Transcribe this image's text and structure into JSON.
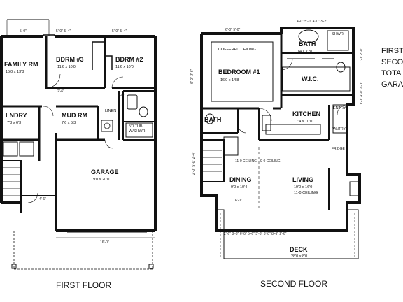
{
  "captions": {
    "first_floor": "FIRST FLOOR",
    "second_floor": "SECOND FLOOR"
  },
  "side_text": [
    "FIRST",
    "SECO",
    "TOTA",
    "GARA"
  ],
  "first_floor": {
    "rooms": {
      "family": {
        "name": "FAMILY RM",
        "size": "15'0 x 13'8"
      },
      "bdrm3": {
        "name": "BDRM #3",
        "size": "11'6 x 10'0"
      },
      "bdrm2": {
        "name": "BDRM #2",
        "size": "11'6 x 10'0"
      },
      "laundry": {
        "name": "LNDRY",
        "size": "7'8 x 6'3"
      },
      "mud": {
        "name": "MUD RM",
        "size": "7'6 x 5'3"
      },
      "linen": {
        "name": "LINEN"
      },
      "tub": {
        "name": "5'0 TUB",
        "sub": "W/SHWR"
      },
      "garage": {
        "name": "GARAGE",
        "size": "19'0 x 20'0"
      }
    },
    "dims": {
      "top_left": "5'-0\"",
      "top_mid": "5'-0\" 5'-4\"",
      "top_right": "5'-0\" 5'-4\"",
      "garage_bottom": "16'-0\"",
      "hall": "2'-6\"",
      "closet": "2'-6\"",
      "stair": "4'-6\""
    }
  },
  "second_floor": {
    "rooms": {
      "bedroom1": {
        "name": "BEDROOM #1",
        "size": "16'0 x 14'8",
        "ceiling": "COFFERED CEILING"
      },
      "bath_master": {
        "name": "BATH",
        "size": "14'1 x 8'0"
      },
      "wic": {
        "name": "W.I.C."
      },
      "shwr": {
        "name": "SHWR"
      },
      "bath": {
        "name": "BATH"
      },
      "kitchen": {
        "name": "KITCHEN",
        "size": "17'4 x 10'0"
      },
      "entry": {
        "name": "ENTRY"
      },
      "dining": {
        "name": "DINING",
        "size": "9'0 x 10'4"
      },
      "living": {
        "name": "LIVING",
        "size": "19'0 x 16'0",
        "ceiling": "11-0 CEILING"
      },
      "deck": {
        "name": "DECK",
        "size": "28'0 x 8'0"
      }
    },
    "ceilings": {
      "a": "11-0 CEILING",
      "b": "9-0 CEILING",
      "pantry": "PANTRY",
      "fridge": "FRIDGE"
    },
    "dims": {
      "top": "6'-0\" 5'-0\"",
      "top_right": "4'-0\" 5'-0\" 4'-0\" 3'-2\"",
      "left_upper": "6'-0\" 2'-6\"",
      "left_lower": "2'-0\" 5'-0\" 2'-4\"",
      "right_upper": "1'-0\" 2'-0\"",
      "right_mid": "1'-0\" 4'-0\" 2'-0\"",
      "dining_bottom": "6'-0\"",
      "deck_dims": "2'-6\" 8'-6\" 6'-0\" 5'-6\" 5'-6\" 6'-0\" 8'-6\" 2'-6\""
    }
  }
}
